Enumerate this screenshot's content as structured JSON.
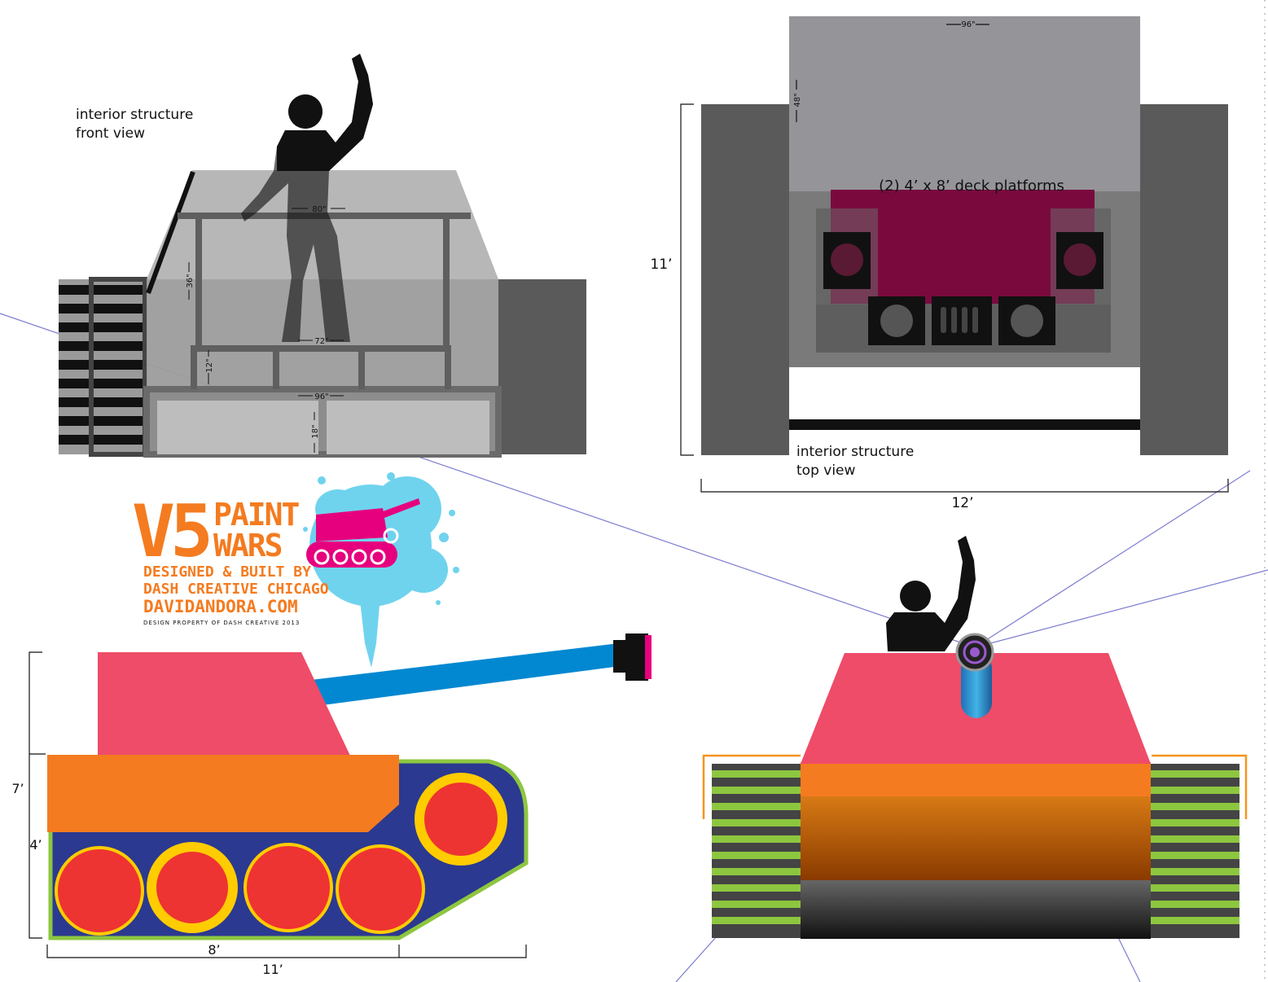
{
  "front_view": {
    "label_line1": "interior structure",
    "label_line2": "front view",
    "dim_80": "80\"",
    "dim_36": "36\"",
    "dim_72": "72\"",
    "dim_12": "12\"",
    "dim_96": "96\"",
    "dim_18": "18\""
  },
  "top_view": {
    "label_line1": "interior structure",
    "label_line2": "top view",
    "dim_96": "96\"",
    "dim_48": "48\"",
    "dim_height": "11’",
    "dim_width": "12’",
    "deck_label": "(2) 4’ x 8’ deck platforms"
  },
  "logo": {
    "v5": "V5",
    "paint": "PAINT",
    "wars": "WARS",
    "line1": "DESIGNED & BUILT BY",
    "line2": "DASH CREATIVE CHICAGO",
    "line3": "DAVIDANDORA.COM",
    "line4": "DESIGN PROPERTY OF DASH CREATIVE 2013"
  },
  "side_view": {
    "dim_7": "7’",
    "dim_4": "4’",
    "dim_8": "8’",
    "dim_11": "11’"
  },
  "colors": {
    "pink": "#ee4c68",
    "orange": "#f47b20",
    "navy": "#2b3990",
    "red": "#ee3333",
    "yellow": "#ffcc00",
    "green": "#8dc63f",
    "cyan": "#0288d1",
    "magenta_deck": "#7a0a3e"
  }
}
